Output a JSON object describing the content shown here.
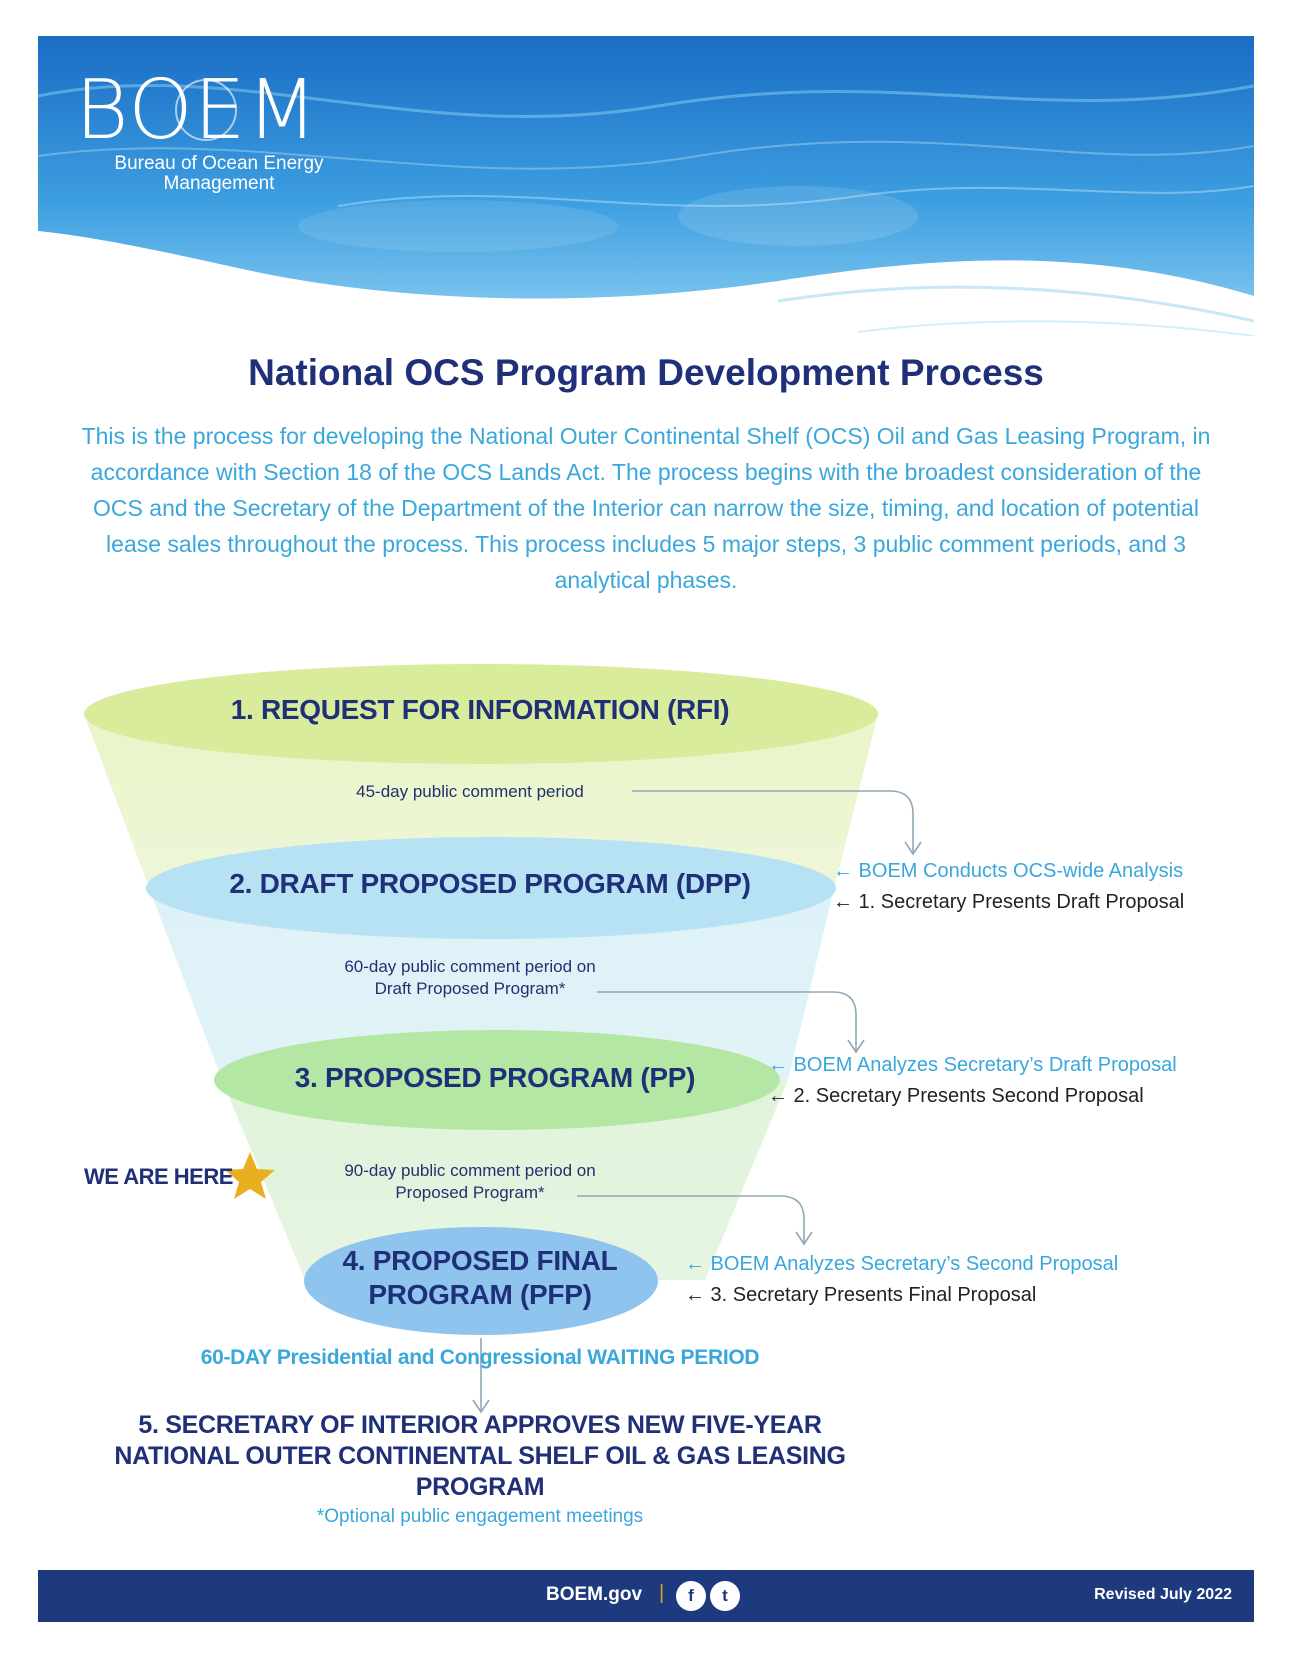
{
  "header": {
    "logo_text": "BOEM",
    "logo_subtitle": "Bureau of Ocean Energy Management"
  },
  "title": "National OCS Program Development Process",
  "intro": "This is the process for developing the National Outer Continental Shelf (OCS) Oil and Gas Leasing Program, in accordance with Section 18 of the OCS Lands Act. The process begins with the broadest consideration of the OCS and the Secretary of the Department of the Interior can narrow the size, timing, and location of potential lease sales throughout the process. This process includes 5 major steps, 3 public comment periods, and 3 analytical phases.",
  "steps": [
    {
      "label": "1. REQUEST FOR INFORMATION (RFI)",
      "color": "#d8ec9c"
    },
    {
      "label": "2. DRAFT PROPOSED PROGRAM (DPP)",
      "color": "#b7e2f4"
    },
    {
      "label": "3. PROPOSED PROGRAM (PP)",
      "color": "#b4e6a4"
    },
    {
      "label": "4. PROPOSED FINAL PROGRAM (PFP)",
      "color": "#8fc4ee"
    }
  ],
  "comments": [
    {
      "line1": "45-day public comment period",
      "line2": ""
    },
    {
      "line1": "60-day public comment period on",
      "line2": "Draft Proposed Program*"
    },
    {
      "line1": "90-day public comment period on",
      "line2": "Proposed Program*"
    }
  ],
  "side_notes": [
    {
      "analysis": "← BOEM Conducts OCS-wide Analysis",
      "proposal": "← 1. Secretary Presents Draft Proposal"
    },
    {
      "analysis": "← BOEM Analyzes Secretary’s Draft Proposal",
      "proposal": "← 2. Secretary Presents Second Proposal"
    },
    {
      "analysis": "← BOEM Analyzes Secretary’s Second Proposal",
      "proposal": "← 3. Secretary Presents Final Proposal"
    }
  ],
  "we_are_here": "WE ARE HERE",
  "waiting_period": "60-DAY Presidential and Congressional WAITING PERIOD",
  "final_step": {
    "line1": "5. SECRETARY OF INTERIOR APPROVES NEW FIVE-YEAR",
    "line2": "NATIONAL OUTER CONTINENTAL SHELF OIL & GAS LEASING PROGRAM"
  },
  "footnote": "*Optional public engagement meetings",
  "footer": {
    "site": "BOEM.gov",
    "separator": "|",
    "facebook_glyph": "f",
    "twitter_glyph": "t",
    "revised": "Revised July 2022"
  },
  "colors": {
    "navy": "#1f2f78",
    "accent_blue": "#3aa7dc",
    "footer": "#1d3a7e",
    "star": "#e8b020"
  },
  "icons": [
    "boem-wave-logo",
    "star-icon",
    "facebook-icon",
    "twitter-icon",
    "arrow-icon"
  ]
}
